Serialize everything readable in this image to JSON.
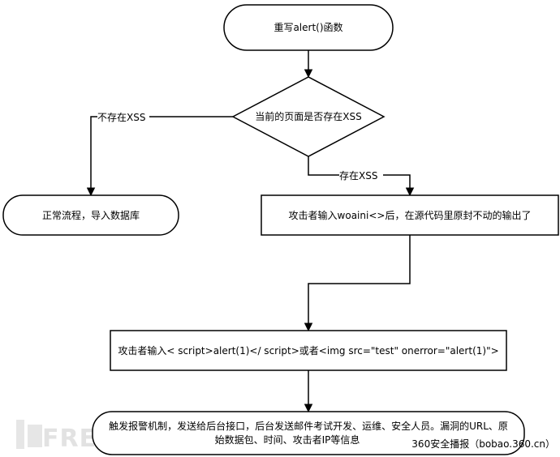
{
  "nodes": {
    "start": "重写alert()函数",
    "decision": "当前的页面是否存在XSS",
    "normal": "正常流程，导入数据库",
    "reflect": "攻击者输入woaini<>后，在源代码里原封不动的输出了",
    "payload": "攻击者输入< script>alert(1)</ script>或者<img src=\"test\" onerror=\"alert(1)\">",
    "alarm_line1": "触发报警机制，发送给后台接口，后台发送邮件考试开发、运维、安全人员。漏洞的URL、原",
    "alarm_line2": "始数据包、时间、攻击者IP等信息"
  },
  "edges": {
    "no_xss": "不存在XSS",
    "has_xss": "存在XSS"
  },
  "watermark": {
    "text": "FREEBUF",
    "credit": "360安全播报（bobao.360.cn）"
  }
}
